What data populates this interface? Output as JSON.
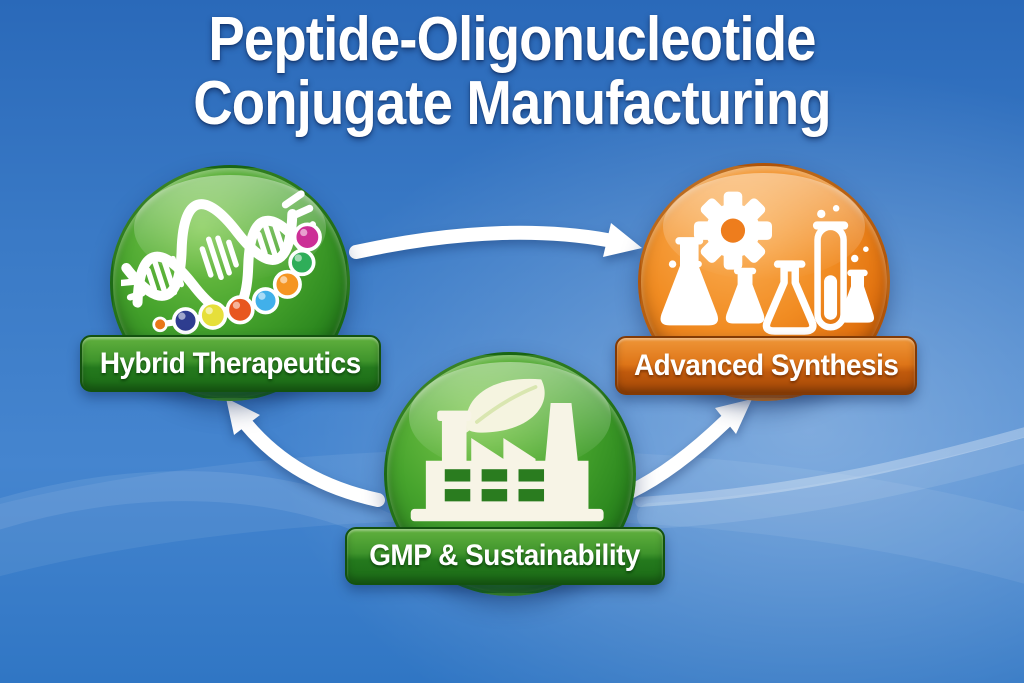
{
  "title": {
    "line1": "Peptide-Oligonucleotide",
    "line2": "Conjugate Manufacturing"
  },
  "nodes": [
    {
      "id": "hybrid-therapeutics",
      "label": "Hybrid Therapeutics",
      "icon": "dna-helix-beads-icon",
      "circle_color": "#2e8c1f",
      "label_color": "#2f7d22"
    },
    {
      "id": "advanced-synthesis",
      "label": "Advanced Synthesis",
      "icon": "gear-flasks-icon",
      "circle_color": "#ee7d1d",
      "label_color": "#c05c0e"
    },
    {
      "id": "gmp-sustainability",
      "label": "GMP & Sustainability",
      "icon": "factory-leaf-icon",
      "circle_color": "#2e8c1f",
      "label_color": "#2f7d22"
    }
  ],
  "arrows": [
    {
      "name": "hybrid-to-synthesis-arrow",
      "from": "Hybrid Therapeutics",
      "to": "Advanced Synthesis",
      "shape": "arc-right",
      "color": "#ffffff"
    },
    {
      "name": "gmp-to-hybrid-arrow",
      "from": "GMP & Sustainability",
      "to": "Hybrid Therapeutics",
      "shape": "arc-up-left",
      "color": "#ffffff"
    },
    {
      "name": "gmp-to-synthesis-arrow",
      "from": "GMP & Sustainability",
      "to": "Advanced Synthesis",
      "shape": "arc-up-right",
      "color": "#ffffff"
    }
  ],
  "bead_colors": [
    "#e87818",
    "#2e3d8f",
    "#e6df3a",
    "#e8571f",
    "#41b0ea",
    "#f59522",
    "#2fae59",
    "#cc2f96"
  ],
  "colors": {
    "background_top": "#2a69b9",
    "background_light": "#8ab4e8",
    "background_bottom": "#3076c4",
    "title_text": "#ffffff",
    "icon_white": "#ffffff",
    "factory_cream": "#f7f4e6",
    "window_green": "#2a7c1f"
  }
}
